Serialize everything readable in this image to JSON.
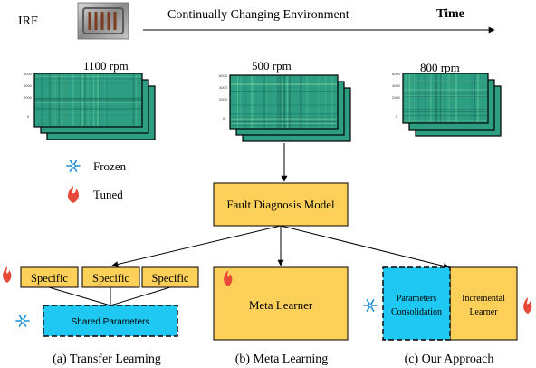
{
  "header": {
    "irf_label": "IRF",
    "title": "Continually Changing Environment",
    "time_label": "Time"
  },
  "spectrograms": [
    {
      "label": "1100 rpm"
    },
    {
      "label": "500 rpm"
    },
    {
      "label": "800 rpm"
    }
  ],
  "legend": {
    "frozen": {
      "label": "Frozen",
      "icon": "snowflake-icon",
      "color": "#1a8fd6"
    },
    "tuned": {
      "label": "Tuned",
      "icon": "flame-icon",
      "color": "#e84a3a"
    }
  },
  "center_model": {
    "label": "Fault Diagnosis Model"
  },
  "panel_a": {
    "specific_labels": [
      "Specific",
      "Specific",
      "Specific"
    ],
    "shared_label": "Shared Parameters",
    "caption": "(a) Transfer Learning"
  },
  "panel_b": {
    "label": "Meta Learner",
    "caption": "(b) Meta Learning"
  },
  "panel_c": {
    "consolidation_line1": "Parameters",
    "consolidation_line2": "Consolidation",
    "incremental_line1": "Incremental",
    "incremental_line2": "Learner",
    "caption": "(c) Our Approach"
  },
  "colors": {
    "yellow": "#fdd05a",
    "blue": "#1ec8f2",
    "spectrogram": "#2e9e83"
  }
}
